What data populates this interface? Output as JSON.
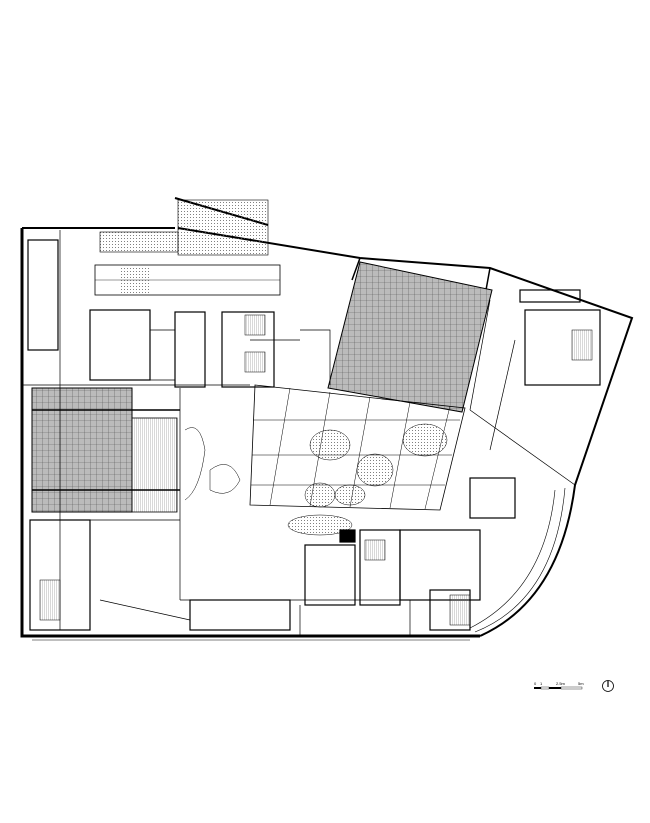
{
  "drawing": {
    "type": "architectural floor plan",
    "line_color": "#000000",
    "hatch_color": "#777777"
  },
  "scale_bar": {
    "labels": [
      "0",
      "1",
      "2.5m",
      "5m"
    ]
  },
  "north_arrow": {
    "icon": "north-arrow-icon"
  }
}
